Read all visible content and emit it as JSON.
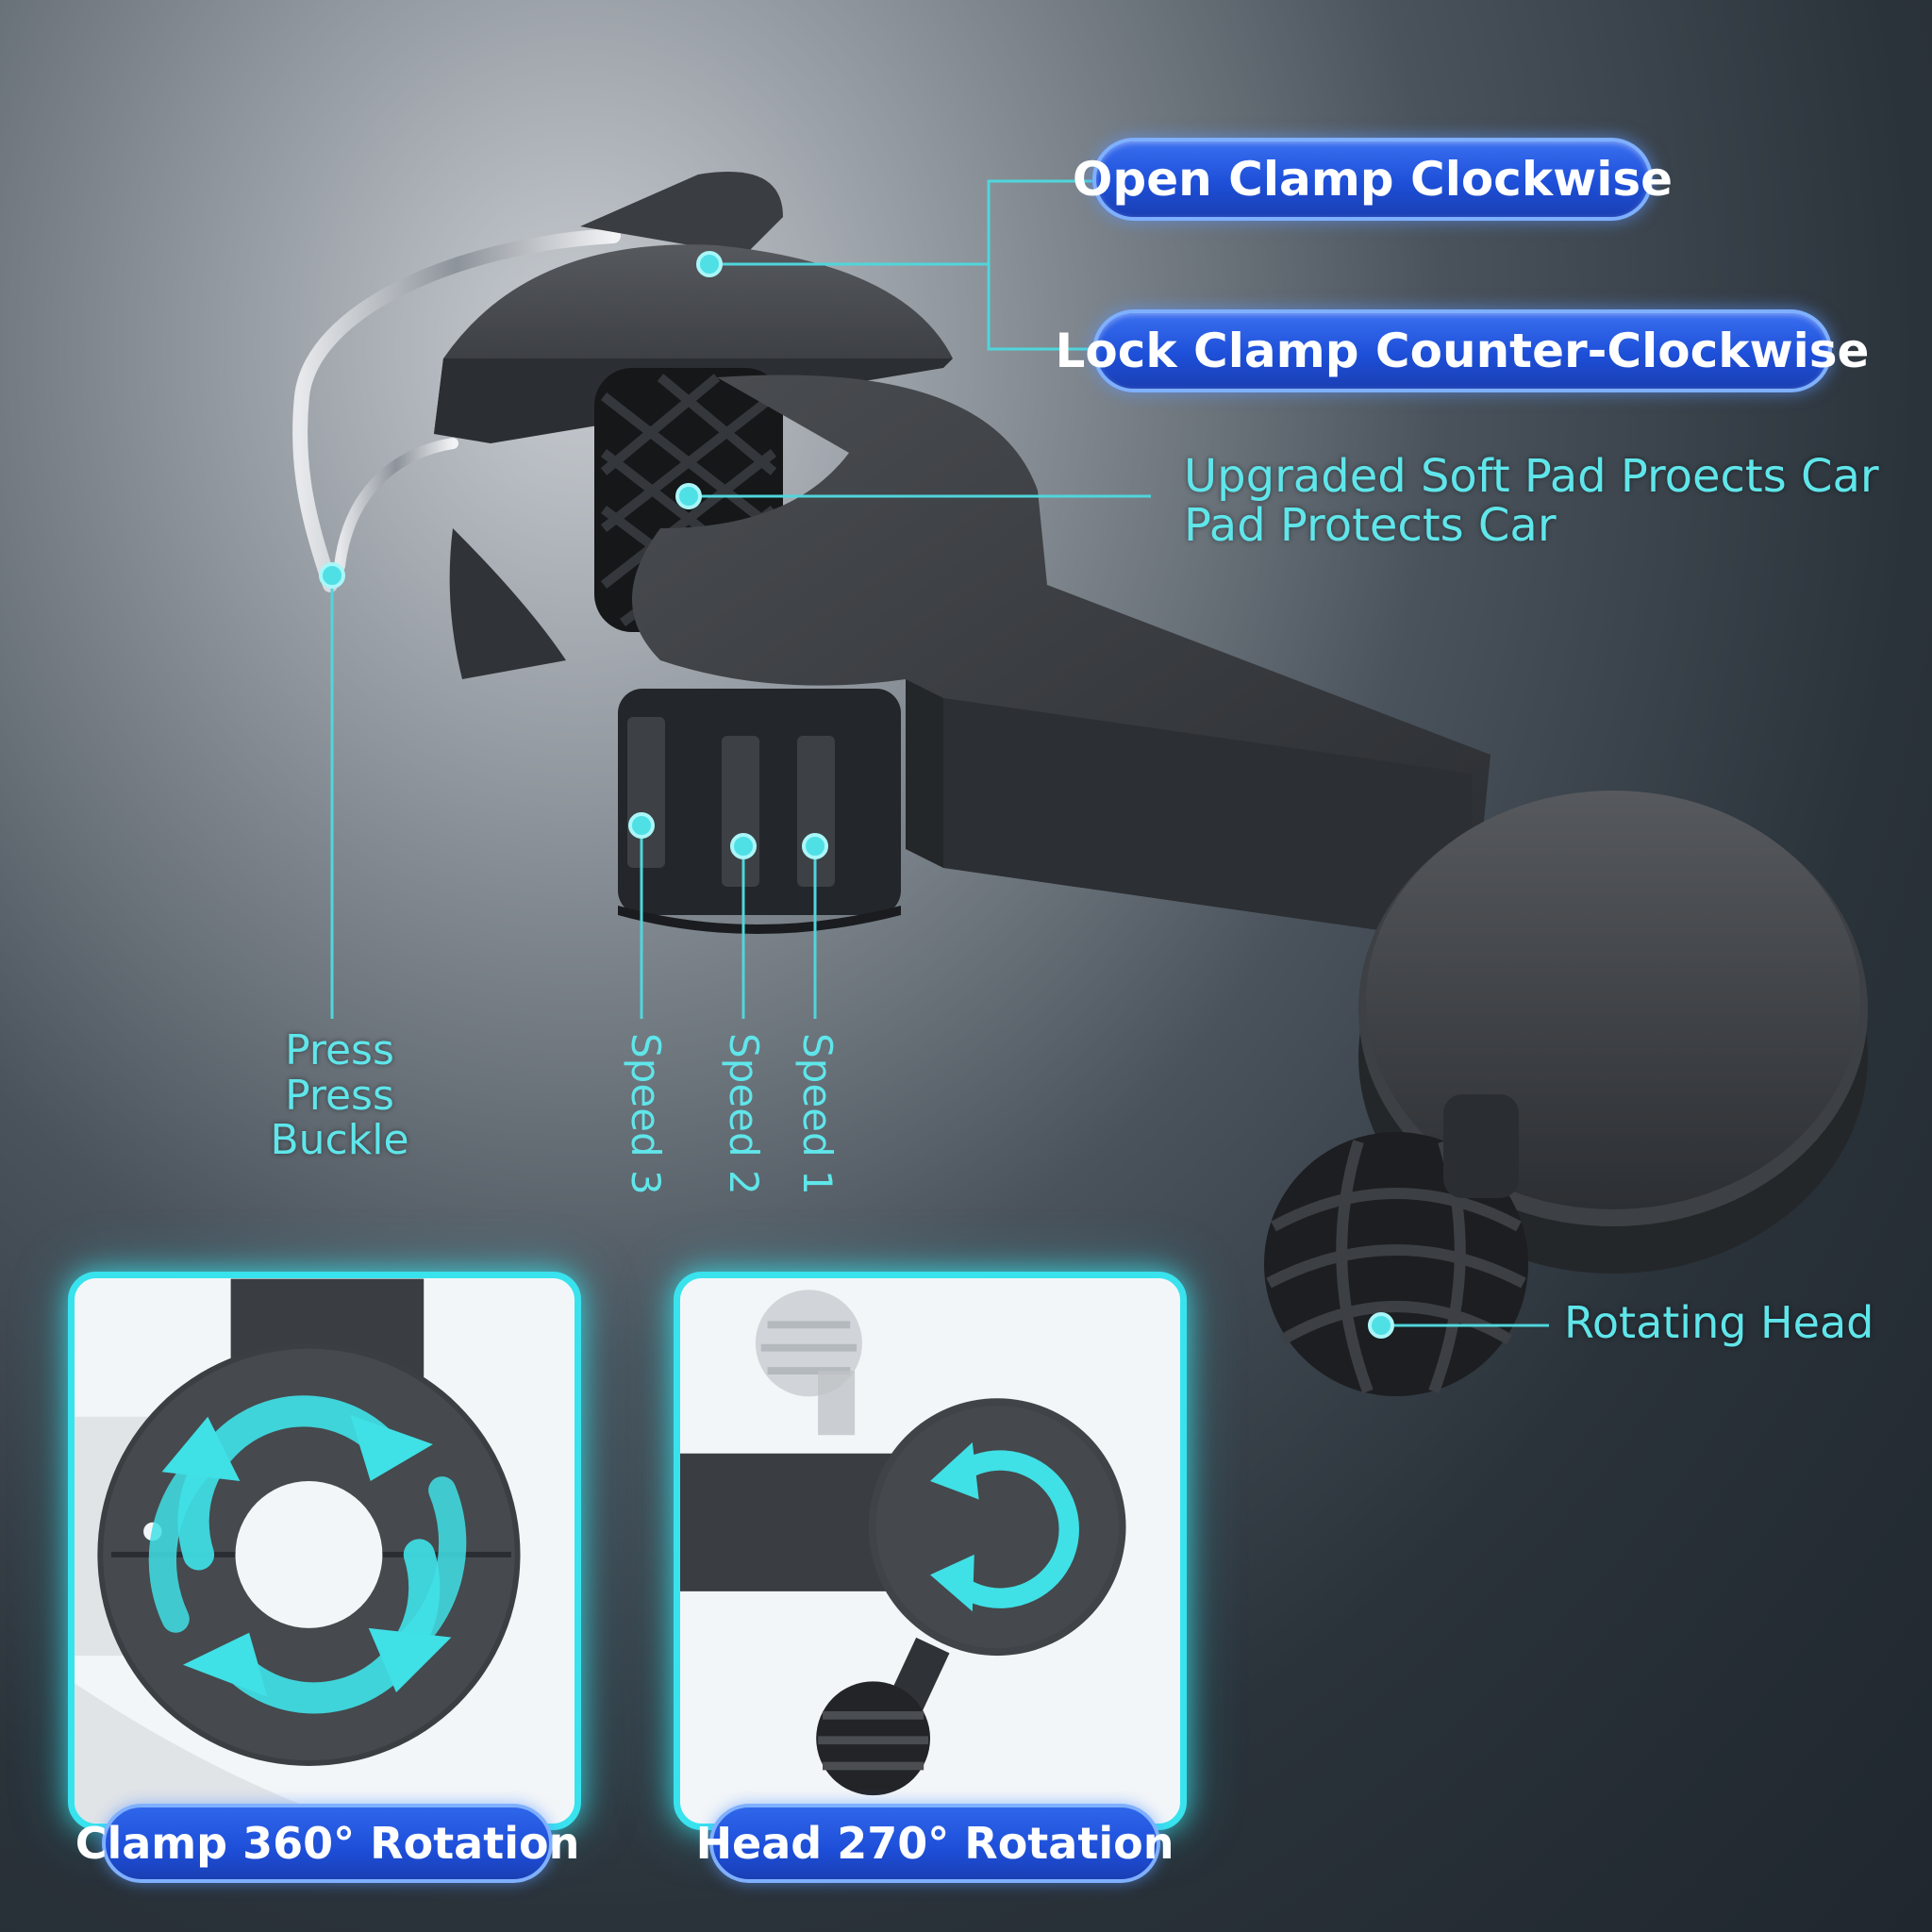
{
  "callouts": {
    "open_clamp": "Open Clamp Clockwise",
    "lock_clamp": "Lock Clamp Counter-Clockwise",
    "soft_pad_line1": "Upgraded Soft Pad Proects Car",
    "soft_pad_line2": "Pad Protects Car",
    "press_line1": "Press",
    "press_line2": "Press",
    "press_line3": "Buckle",
    "speed_3": "Speed 3",
    "speed_2": "Speed 2",
    "speed_1": "Speed 1",
    "rotating_head": "Rotating Head"
  },
  "panels": {
    "left_caption": "Clamp 360° Rotation",
    "right_caption": "Head 270° Rotation"
  },
  "colors": {
    "accent_cyan": "#38e3ee",
    "pill_blue": "#1d4fd8",
    "product_gray": "#3b3e42"
  }
}
